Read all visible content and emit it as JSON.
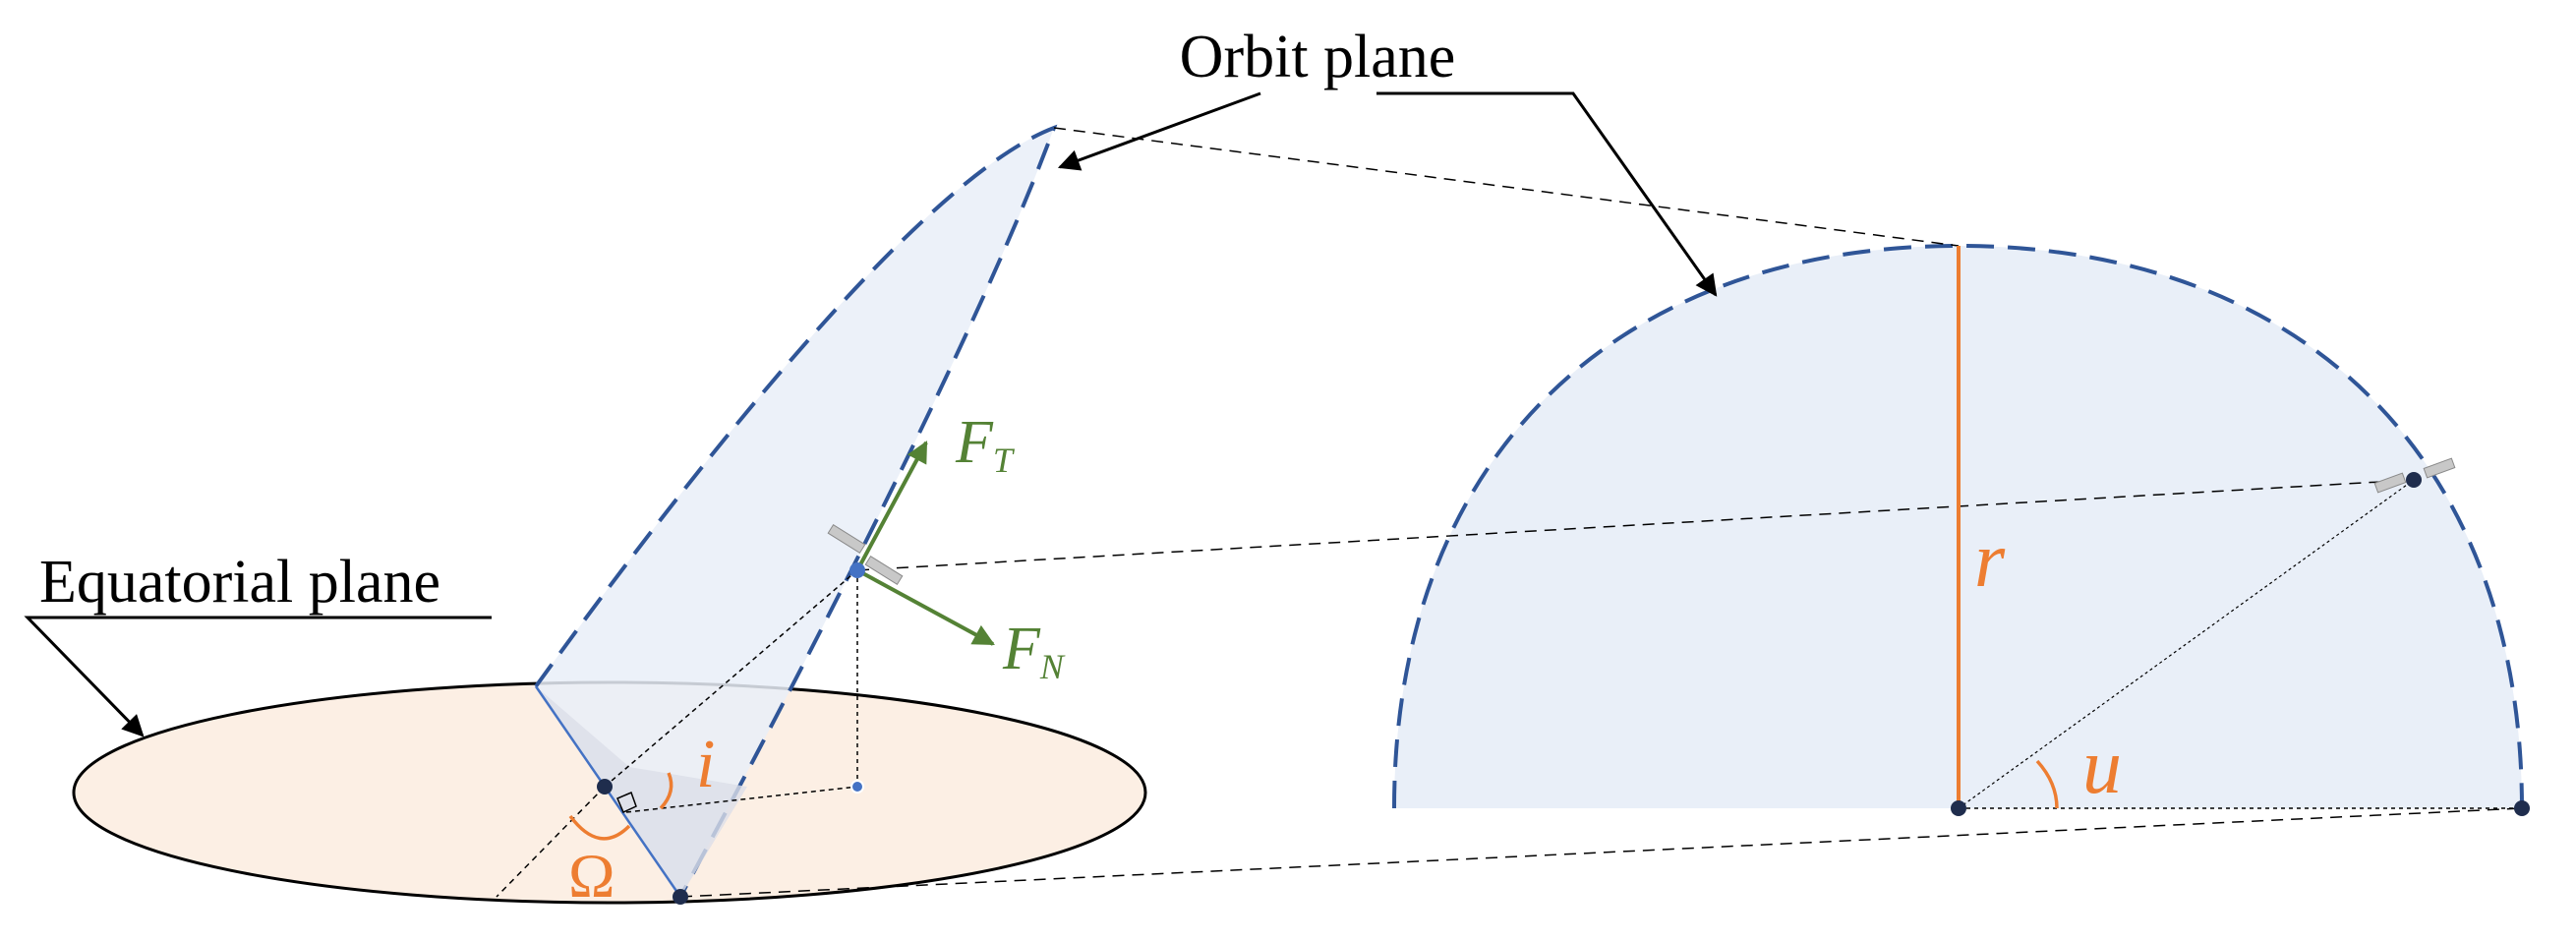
{
  "labels": {
    "orbit_plane": "Orbit plane",
    "equatorial_plane": "Equatorial plane",
    "force_t_base": "F",
    "force_t_sub": "T",
    "force_n_base": "F",
    "force_n_sub": "N",
    "inclination": "i",
    "raan": "Ω",
    "radius": "r",
    "latitude_arg": "u"
  },
  "colors": {
    "orbit_fill": "#e9eff8",
    "orbit_edge": "#2f5597",
    "equator_fill": "#fcefe4",
    "angle_orange": "#ed7d31",
    "force_green": "#548235",
    "node_dark": "#1f2d4d",
    "satellite_gray": "#b0b0b0"
  }
}
